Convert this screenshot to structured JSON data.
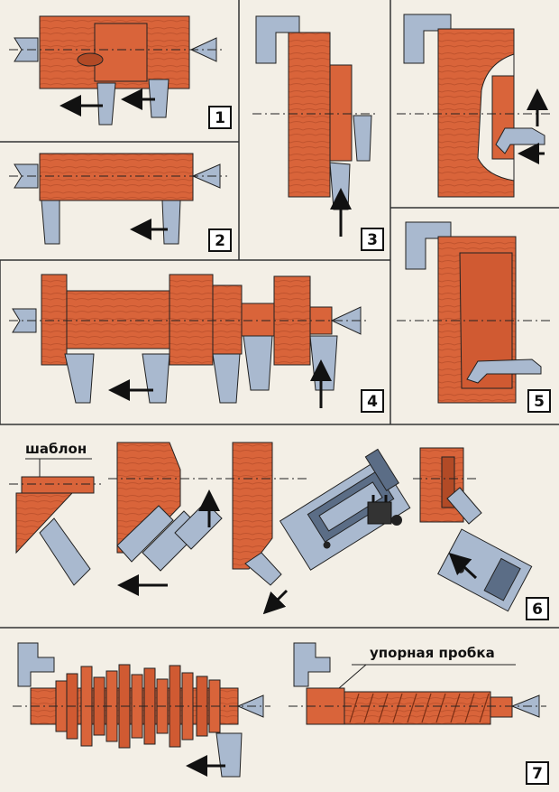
{
  "panels": [
    {
      "number": "1"
    },
    {
      "number": "2"
    },
    {
      "number": "3"
    },
    {
      "number": "4"
    },
    {
      "number": "5"
    },
    {
      "number": "6"
    },
    {
      "number": "7"
    }
  ],
  "labels": {
    "template": "шаблон",
    "stop_plug": "упорная пробка"
  },
  "colors": {
    "wood": "#d9643a",
    "wood_dark": "#b24a26",
    "metal": "#a9b9cf",
    "metal_dark": "#5b6d86",
    "line": "#222222",
    "background": "#f3efe6"
  }
}
